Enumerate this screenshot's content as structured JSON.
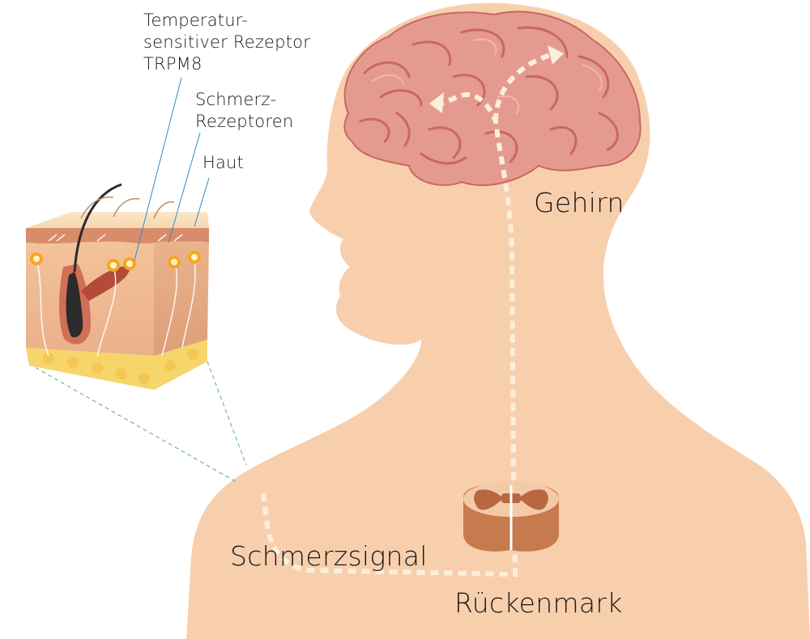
{
  "labels": {
    "temp_receptor_line1": "Temperatur-",
    "temp_receptor_line2": "sensitiver Rezeptor",
    "temp_receptor_line3": "TRPM8",
    "pain_receptors_line1": "Schmerz-",
    "pain_receptors_line2": "Rezeptoren",
    "skin": "Haut",
    "brain": "Gehirn",
    "pain_signal": "Schmerzsignal",
    "spinal_cord": "Rückenmark"
  },
  "colors": {
    "body_skin": "#f8cfad",
    "brain": "#e59a90",
    "brain_fold": "#c9685f",
    "signal_path": "#fbefdc",
    "spinal_cord_white": "#f4c9a8",
    "spinal_cord_grey": "#b8683e",
    "leader_line": "#2f8dc8",
    "zoom_line": "#5aa88a",
    "fat_layer": "#f7d56b"
  }
}
